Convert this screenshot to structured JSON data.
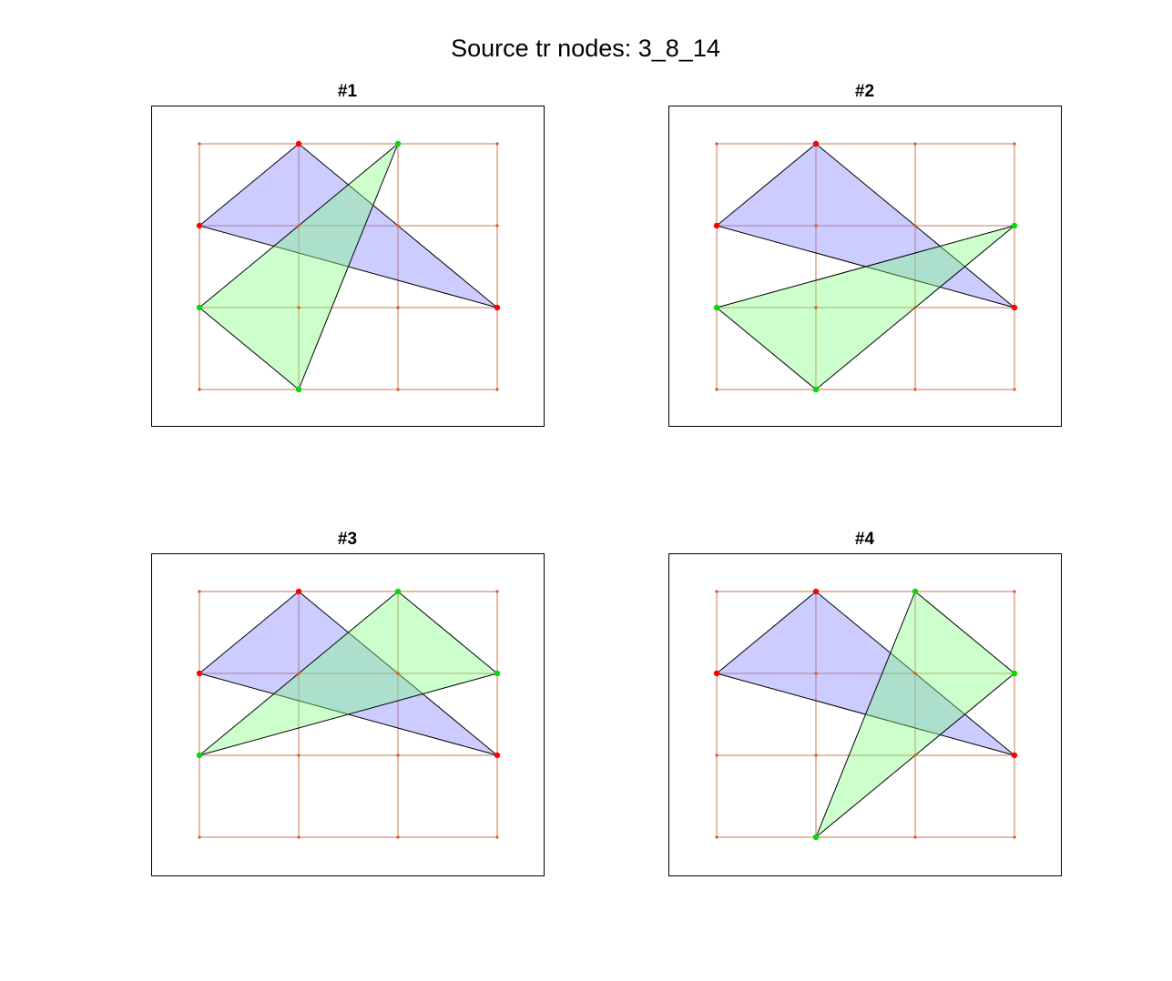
{
  "figure": {
    "title": "Source tr nodes: 3_8_14"
  },
  "colors": {
    "grid": "#c87a55",
    "grid_node": "#e0541e",
    "source_fill": "#8080ff",
    "source_fill_opacity": 0.4,
    "target_fill": "#80ff80",
    "target_fill_opacity": 0.4,
    "edge": "#000000",
    "source_node": "#ff0000",
    "target_node": "#00dd00",
    "frame": "#000000"
  },
  "grid": {
    "cols": 4,
    "rows": 4
  },
  "source_triangle": [
    [
      1,
      0
    ],
    [
      0,
      1
    ],
    [
      3,
      2
    ]
  ],
  "panels": [
    {
      "title": "#1",
      "target_triangle": [
        [
          2,
          0
        ],
        [
          0,
          2
        ],
        [
          1,
          3
        ]
      ]
    },
    {
      "title": "#2",
      "target_triangle": [
        [
          3,
          1
        ],
        [
          0,
          2
        ],
        [
          1,
          3
        ]
      ]
    },
    {
      "title": "#3",
      "target_triangle": [
        [
          2,
          0
        ],
        [
          3,
          1
        ],
        [
          0,
          2
        ]
      ]
    },
    {
      "title": "#4",
      "target_triangle": [
        [
          2,
          0
        ],
        [
          3,
          1
        ],
        [
          1,
          3
        ]
      ]
    }
  ]
}
